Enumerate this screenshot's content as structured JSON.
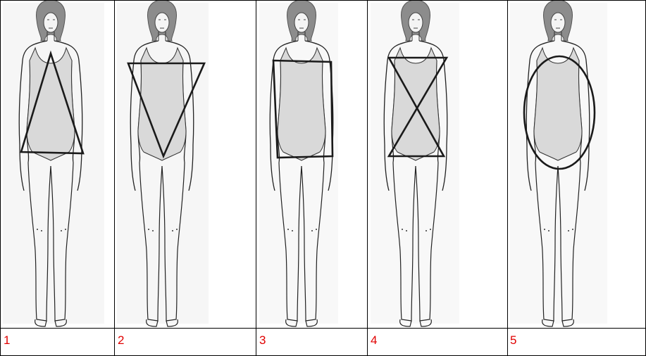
{
  "figures": [
    {
      "label": "1",
      "shape": "triangle",
      "color": "#e00000"
    },
    {
      "label": "2",
      "shape": "inverted-triangle",
      "color": "#e00000"
    },
    {
      "label": "3",
      "shape": "rectangle",
      "color": "#e00000"
    },
    {
      "label": "4",
      "shape": "hourglass",
      "color": "#e00000"
    },
    {
      "label": "5",
      "shape": "oval",
      "color": "#e00000"
    }
  ]
}
